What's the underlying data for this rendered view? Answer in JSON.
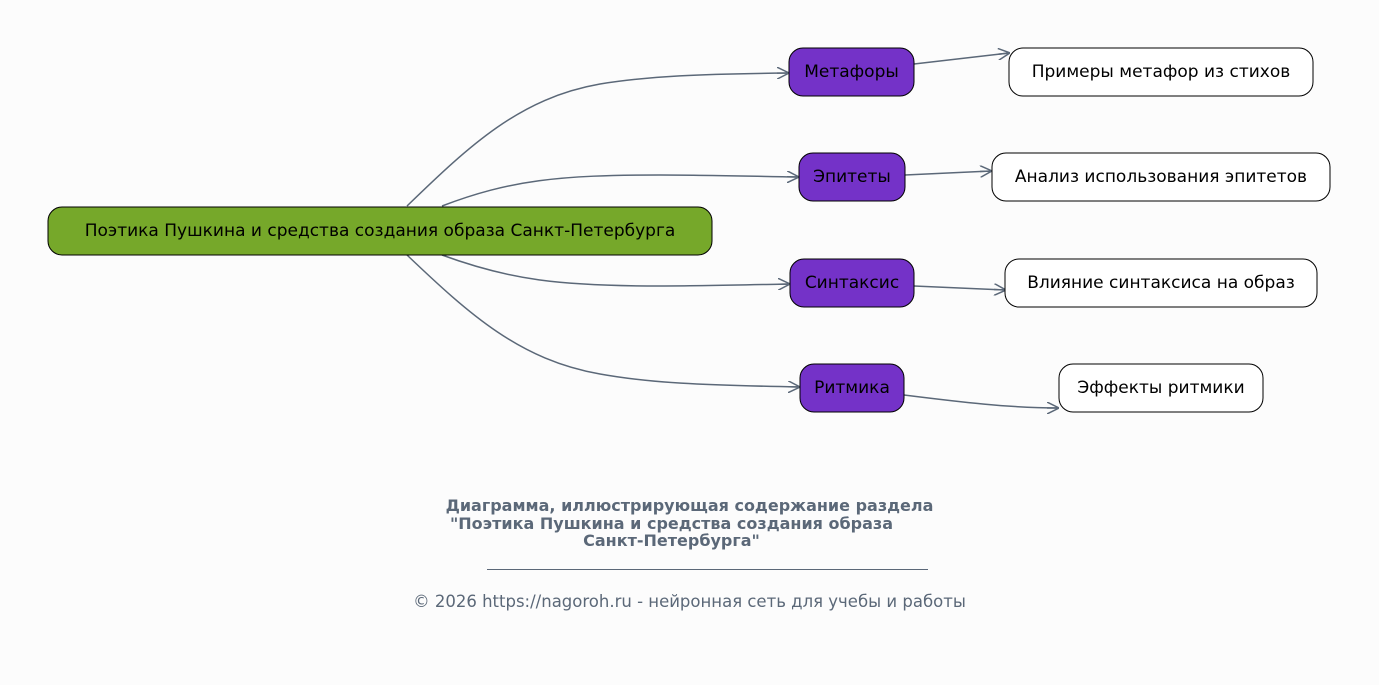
{
  "diagram": {
    "root": "Поэтика Пушкина и средства создания образа Санкт-Петербурга",
    "branches": [
      {
        "label": "Метафоры",
        "detail": "Примеры метафор из стихов"
      },
      {
        "label": "Эпитеты",
        "detail": "Анализ использования эпитетов"
      },
      {
        "label": "Синтаксис",
        "detail": "Влияние синтаксиса на образ"
      },
      {
        "label": "Ритмика",
        "detail": "Эффекты ритмики"
      }
    ]
  },
  "caption": {
    "line1": "Диаграмма, иллюстрирующая содержание раздела",
    "line2": "\"Поэтика Пушкина и средства создания образа",
    "line3": "Санкт-Петербурга\""
  },
  "footer": {
    "copyright": "© 2026 https://nagoroh.ru - нейронная сеть для учебы и работы"
  },
  "colors": {
    "root_fill": "#76a82a",
    "branch_fill": "#7432c8",
    "detail_fill": "#ffffff",
    "edge": "#5b6878",
    "text_muted": "#5b6878"
  }
}
